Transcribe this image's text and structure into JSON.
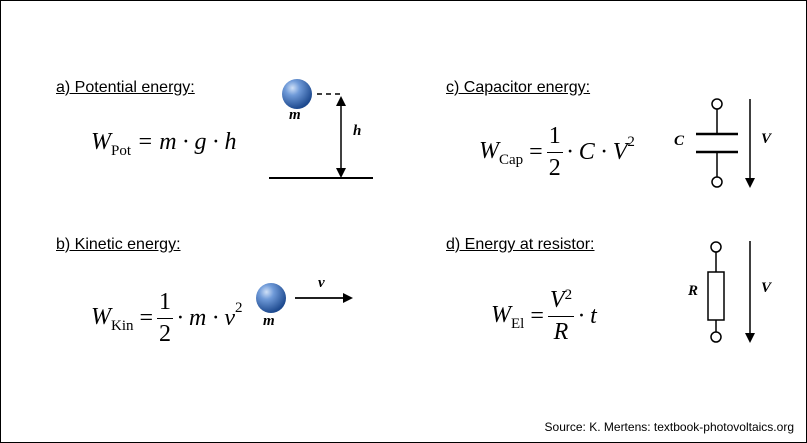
{
  "headings": {
    "a": "a) Potential energy:",
    "b": "b) Kinetic energy:",
    "c": "c) Capacitor energy:",
    "d": "d) Energy at resistor:"
  },
  "formulas": {
    "pot": {
      "W": "W",
      "sub": "Pot",
      "rhs": "= m · g · h"
    },
    "kin": {
      "W": "W",
      "sub": "Kin",
      "eq": "=",
      "num": "1",
      "den": "2",
      "rest": "· m · v",
      "exp": "2"
    },
    "cap": {
      "W": "W",
      "sub": "Cap",
      "eq": "=",
      "num": "1",
      "den": "2",
      "rest": "· C · V",
      "exp": "2"
    },
    "el": {
      "W": "W",
      "sub": "El",
      "eq": "=",
      "num": "V",
      "num_exp": "2",
      "den": "R",
      "rest": "· t"
    }
  },
  "labels": {
    "mass_a": "m",
    "height": "h",
    "mass_b": "m",
    "velocity": "v",
    "capacitance": "C",
    "voltage_c": "V",
    "resistance": "R",
    "voltage_d": "V"
  },
  "source": "Source: K. Mertens: textbook-photovoltaics.org",
  "colors": {
    "ball": "#3a6bb5",
    "line": "#000000"
  }
}
